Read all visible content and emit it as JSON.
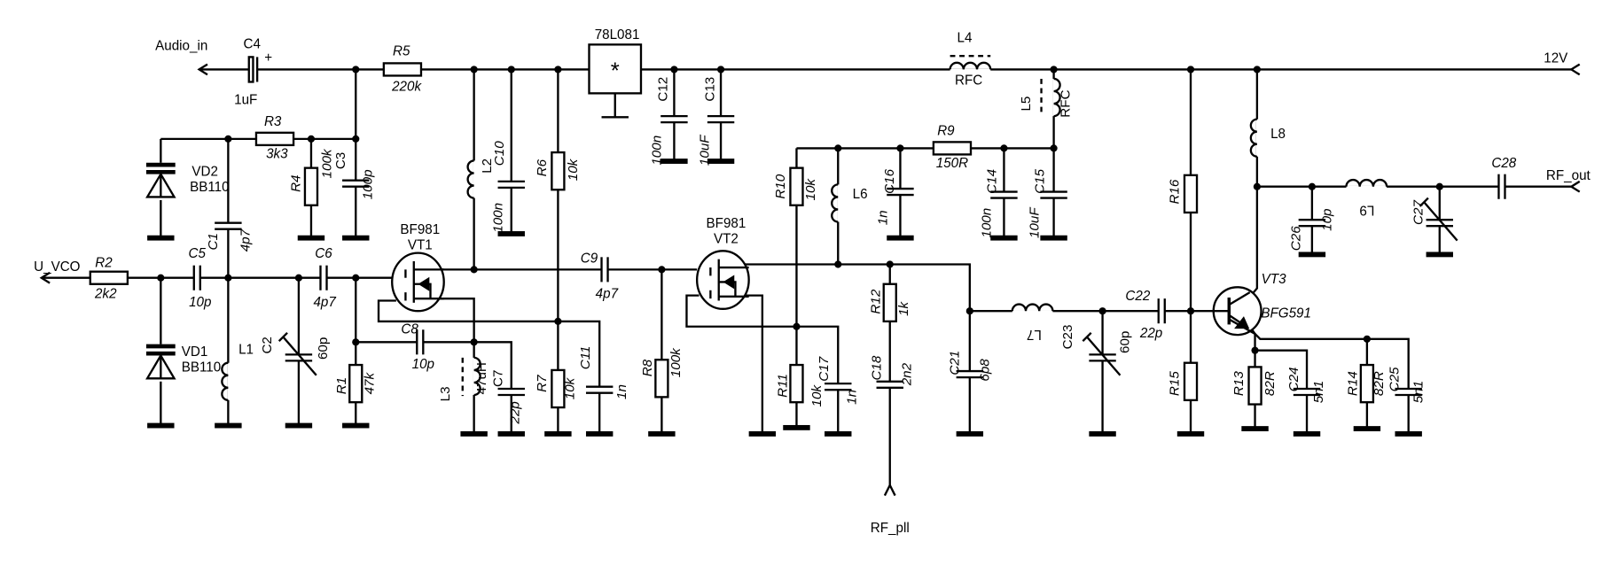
{
  "ports": {
    "audio_in": "Audio_in",
    "u_vco": "U_VCO",
    "supply": "12V",
    "rf_out": "RF_out",
    "rf_pll": "RF_pll"
  },
  "regulator": {
    "type": "78L081",
    "symbol": "*"
  },
  "transistors": {
    "VT1": {
      "ref": "VT1",
      "type": "BF981"
    },
    "VT2": {
      "ref": "VT2",
      "type": "BF981"
    },
    "VT3": {
      "ref": "VT3",
      "type": "BFG591"
    }
  },
  "components": {
    "C1": {
      "ref": "C1",
      "value": "4p7"
    },
    "C2": {
      "ref": "C2",
      "value": "60p"
    },
    "C3": {
      "ref": "C3",
      "value": "100p"
    },
    "C4": {
      "ref": "C4",
      "value": "1uF",
      "polarity": "+"
    },
    "C5": {
      "ref": "C5",
      "value": "10p"
    },
    "C6": {
      "ref": "C6",
      "value": "4p7"
    },
    "C7": {
      "ref": "C7",
      "value": "22p"
    },
    "C8": {
      "ref": "C8",
      "value": "10p"
    },
    "C9": {
      "ref": "C9",
      "value": "4p7"
    },
    "C10": {
      "ref": "C10",
      "value": "100n"
    },
    "C11": {
      "ref": "C11",
      "value": "1n"
    },
    "C12": {
      "ref": "C12",
      "value": "100n"
    },
    "C13": {
      "ref": "C13",
      "value": "10uF"
    },
    "C14": {
      "ref": "C14",
      "value": "100n"
    },
    "C15": {
      "ref": "C15",
      "value": "10uF"
    },
    "C16": {
      "ref": "C16",
      "value": "1n"
    },
    "C17": {
      "ref": "C17",
      "value": "1n"
    },
    "C18": {
      "ref": "C18",
      "value": "2n2"
    },
    "C21": {
      "ref": "C21",
      "value": "6p8"
    },
    "C22": {
      "ref": "C22",
      "value": "22p"
    },
    "C23": {
      "ref": "C23",
      "value": "60p"
    },
    "C24": {
      "ref": "C24",
      "value": "5n1"
    },
    "C25": {
      "ref": "C25",
      "value": "5n1"
    },
    "C26": {
      "ref": "C26",
      "value": "10p"
    },
    "C27": {
      "ref": "C27"
    },
    "C28": {
      "ref": "C28"
    },
    "R1": {
      "ref": "R1",
      "value": "47k"
    },
    "R2": {
      "ref": "R2",
      "value": "2k2"
    },
    "R3": {
      "ref": "R3",
      "value": "3k3"
    },
    "R4": {
      "ref": "R4",
      "value": "100k"
    },
    "R5": {
      "ref": "R5",
      "value": "220k"
    },
    "R6": {
      "ref": "R6",
      "value": "10k"
    },
    "R7": {
      "ref": "R7",
      "value": "10k"
    },
    "R8": {
      "ref": "R8",
      "value": "100k"
    },
    "R9": {
      "ref": "R9",
      "value": "150R"
    },
    "R10": {
      "ref": "R10",
      "value": "10k"
    },
    "R11": {
      "ref": "R11",
      "value": "10k"
    },
    "R12": {
      "ref": "R12",
      "value": "1k"
    },
    "R13": {
      "ref": "R13",
      "value": "82R"
    },
    "R14": {
      "ref": "R14",
      "value": "82R"
    },
    "R15": {
      "ref": "R15"
    },
    "R16": {
      "ref": "R16"
    },
    "L1": {
      "ref": "L1"
    },
    "L2": {
      "ref": "L2"
    },
    "L3": {
      "ref": "L3",
      "value": "47uH"
    },
    "L4": {
      "ref": "L4",
      "value": "RFC"
    },
    "L5": {
      "ref": "L5",
      "value": "RFC"
    },
    "L6": {
      "ref": "L6"
    },
    "L7": {
      "ref": "L7"
    },
    "L8": {
      "ref": "L8"
    },
    "L9": {
      "ref": "L9"
    },
    "VD1": {
      "ref": "VD1",
      "value": "BB110"
    },
    "VD2": {
      "ref": "VD2",
      "value": "BB110"
    }
  }
}
